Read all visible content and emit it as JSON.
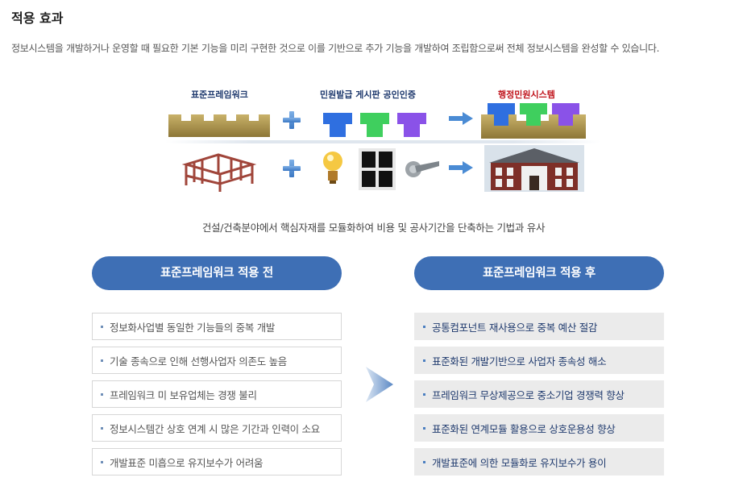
{
  "page_title": "적용 효과",
  "intro": "정보시스템을 개발하거나 운영할 때 필요한 기본 기능을 미리 구현한 것으로 이를 기반으로 추가 기능을 개발하여 조립함으로써 전체 정보시스템을 완성할 수 있습니다.",
  "illustration": {
    "label_framework": "표준프레임워크",
    "label_components": "민원발급 게시판 공인인증",
    "label_system": "행정민원시스템",
    "colors": {
      "blue": "#2f6fe0",
      "green": "#3fcf5e",
      "purple": "#8a52e8",
      "wood": "#b49a52"
    }
  },
  "caption": "건설/건축분야에서 핵심자재를 모듈화하여 비용 및 공사기간을 단축하는 기법과 유사",
  "before": {
    "title": "표준프레임워크 적용 전",
    "items": [
      "정보화사업별 동일한 기능들의 중복 개발",
      "기술 종속으로 인해 선행사업자 의존도 높음",
      "프레임워크 미 보유업체는 경쟁 불리",
      "정보시스템간 상호 연계 시 많은 기간과 인력이 소요",
      "개발표준 미흡으로 유지보수가 어려움"
    ]
  },
  "after": {
    "title": "표준프레임워크 적용 후",
    "items": [
      "공통컴포넌트 재사용으로 중복 예산 절감",
      "표준화된 개발기반으로 사업자 종속성 해소",
      "프레임워크 무상제공으로 중소기업 경쟁력 향상",
      "표준화된 연계모듈 활용으로 상호운용성 향상",
      "개발표준에 의한 모듈화로 유지보수가 용이"
    ]
  }
}
